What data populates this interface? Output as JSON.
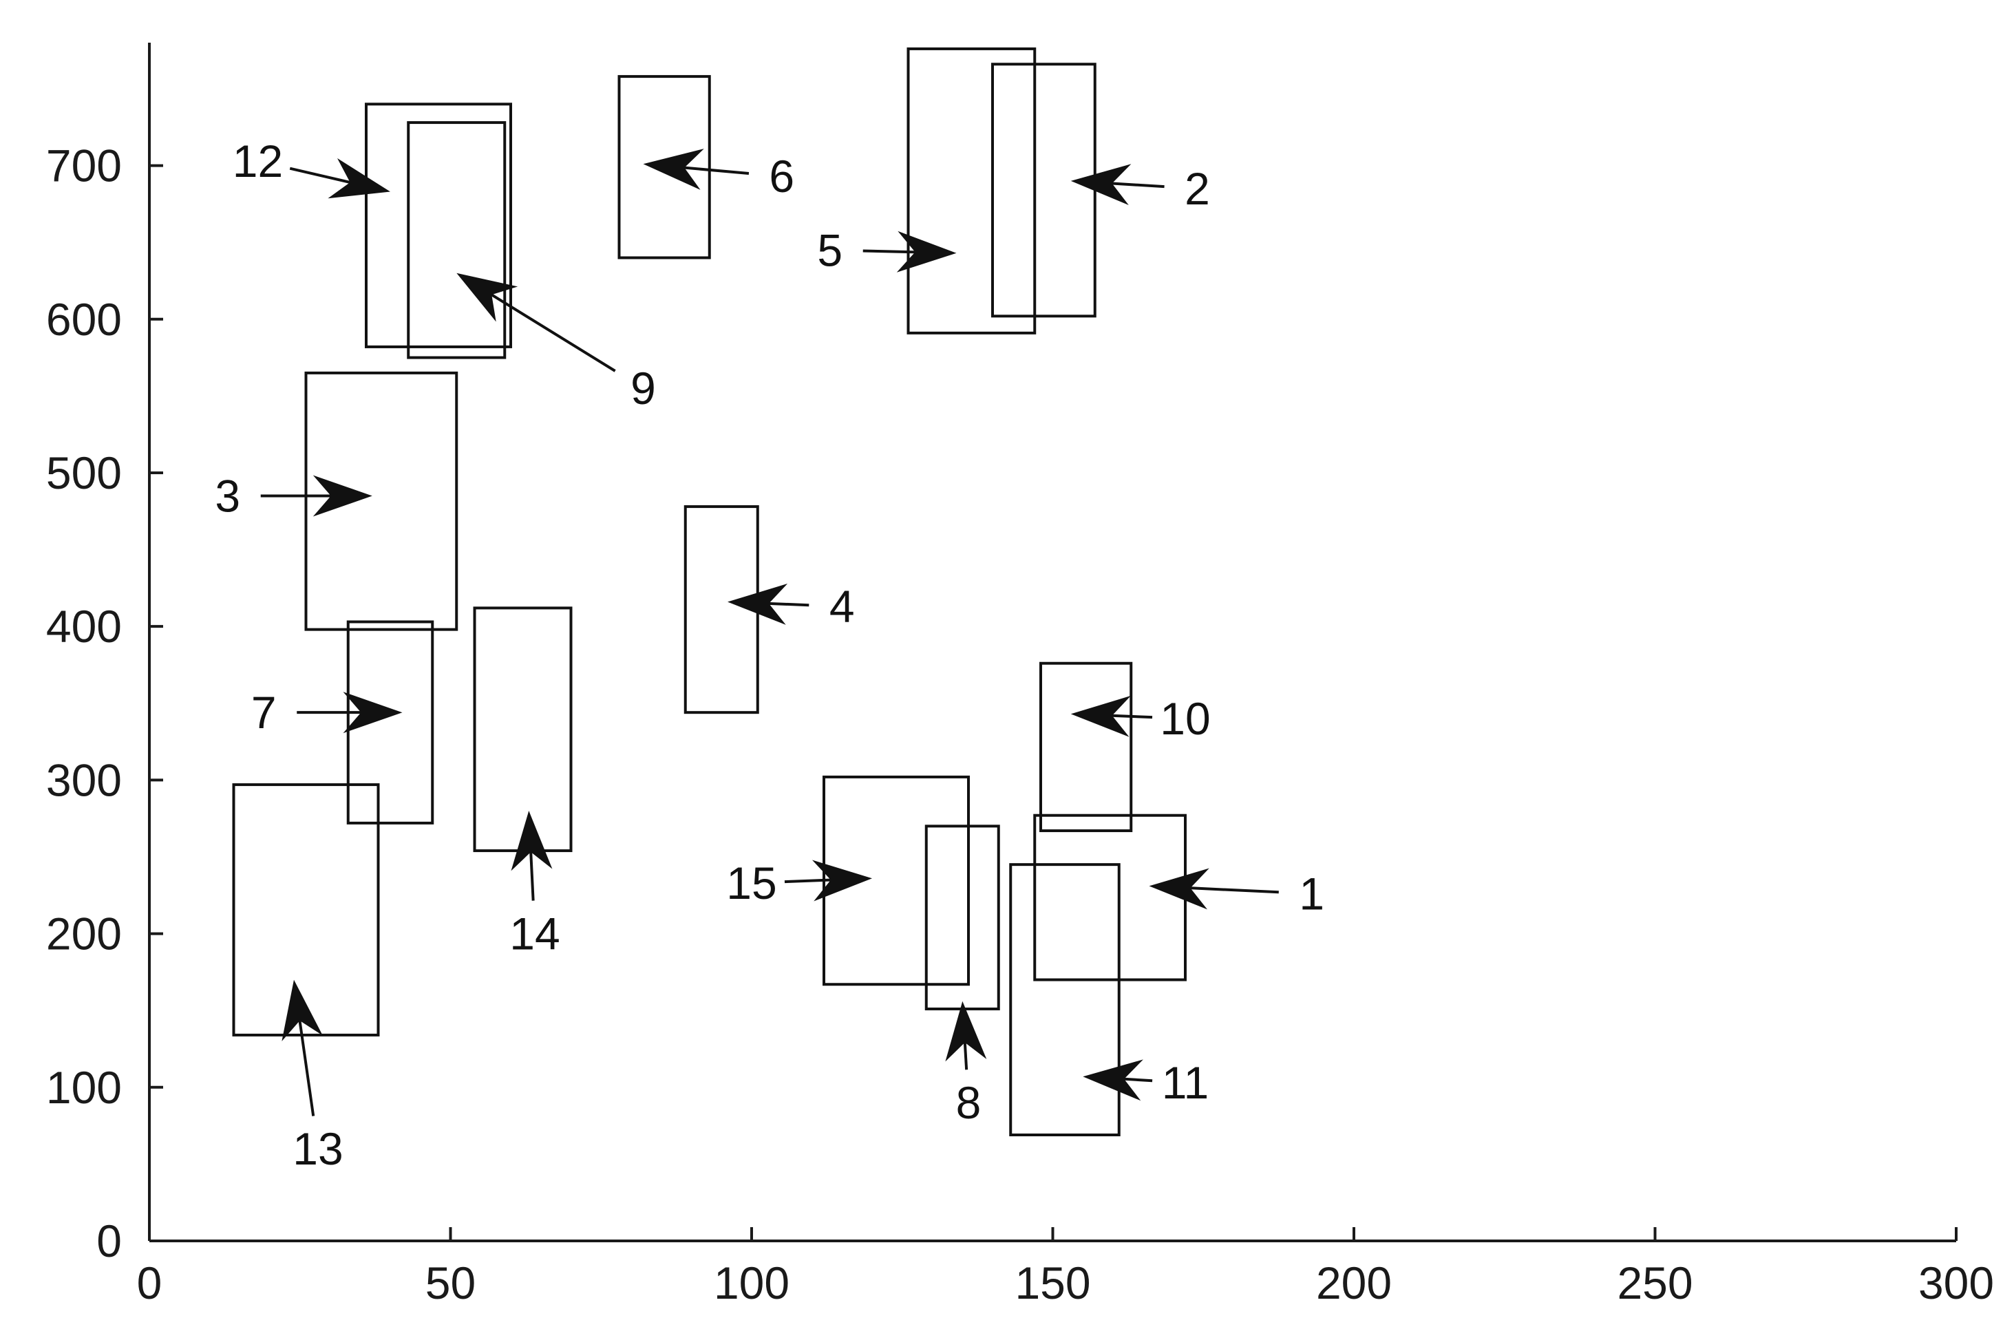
{
  "chart_data": {
    "type": "scatter",
    "title": "",
    "xlabel": "",
    "ylabel": "",
    "xlim": [
      0,
      300
    ],
    "ylim": [
      0,
      780
    ],
    "x_ticks": [
      0,
      50,
      100,
      150,
      200,
      250,
      300
    ],
    "y_ticks": [
      0,
      100,
      200,
      300,
      400,
      500,
      600,
      700
    ],
    "x_tick_labels": [
      "0",
      "50",
      "100",
      "150",
      "200",
      "250",
      "300"
    ],
    "y_tick_labels": [
      "0",
      "100",
      "200",
      "300",
      "400",
      "500",
      "600",
      "700"
    ],
    "grid": false,
    "legend": "none",
    "color": "#111111",
    "boxes": [
      {
        "label": "1",
        "x0": 147,
        "x1": 172,
        "y0": 170,
        "y1": 277,
        "label_at": [
          193,
          226
        ],
        "tip": [
          166,
          231
        ]
      },
      {
        "label": "2",
        "x0": 140,
        "x1": 157,
        "y0": 602,
        "y1": 766,
        "label_at": [
          174,
          685
        ],
        "tip": [
          153,
          690
        ]
      },
      {
        "label": "3",
        "x0": 26,
        "x1": 51,
        "y0": 398,
        "y1": 565,
        "label_at": [
          13,
          485
        ],
        "tip": [
          37,
          485
        ]
      },
      {
        "label": "4",
        "x0": 89,
        "x1": 101,
        "y0": 344,
        "y1": 478,
        "label_at": [
          115,
          413
        ],
        "tip": [
          96,
          416
        ]
      },
      {
        "label": "5",
        "x0": 126,
        "x1": 147,
        "y0": 591,
        "y1": 776,
        "label_at": [
          113,
          645
        ],
        "tip": [
          134,
          643
        ]
      },
      {
        "label": "6",
        "x0": 78,
        "x1": 93,
        "y0": 640,
        "y1": 758,
        "label_at": [
          105,
          693
        ],
        "tip": [
          82,
          701
        ]
      },
      {
        "label": "7",
        "x0": 33,
        "x1": 47,
        "y0": 272,
        "y1": 403,
        "label_at": [
          19,
          344
        ],
        "tip": [
          42,
          344
        ]
      },
      {
        "label": "8",
        "x0": 129,
        "x1": 141,
        "y0": 151,
        "y1": 270,
        "label_at": [
          136,
          90
        ],
        "tip": [
          135,
          156
        ]
      },
      {
        "label": "9",
        "x0": 43,
        "x1": 59,
        "y0": 575,
        "y1": 728,
        "label_at": [
          82,
          555
        ],
        "tip": [
          51,
          630
        ]
      },
      {
        "label": "10",
        "x0": 148,
        "x1": 163,
        "y0": 267,
        "y1": 376,
        "label_at": [
          172,
          340
        ],
        "tip": [
          153,
          343
        ]
      },
      {
        "label": "11",
        "x0": 143,
        "x1": 161,
        "y0": 69,
        "y1": 245,
        "label_at": [
          172,
          103
        ],
        "tip": [
          155,
          107
        ]
      },
      {
        "label": "12",
        "x0": 36,
        "x1": 60,
        "y0": 582,
        "y1": 740,
        "label_at": [
          18,
          703
        ],
        "tip": [
          40,
          683
        ]
      },
      {
        "label": "13",
        "x0": 14,
        "x1": 38,
        "y0": 134,
        "y1": 297,
        "label_at": [
          28,
          60
        ],
        "tip": [
          24,
          170
        ]
      },
      {
        "label": "14",
        "x0": 54,
        "x1": 70,
        "y0": 254,
        "y1": 412,
        "label_at": [
          64,
          200
        ],
        "tip": [
          63,
          280
        ]
      },
      {
        "label": "15",
        "x0": 112,
        "x1": 136,
        "y0": 167,
        "y1": 302,
        "label_at": [
          100,
          233
        ],
        "tip": [
          120,
          236
        ]
      }
    ]
  }
}
